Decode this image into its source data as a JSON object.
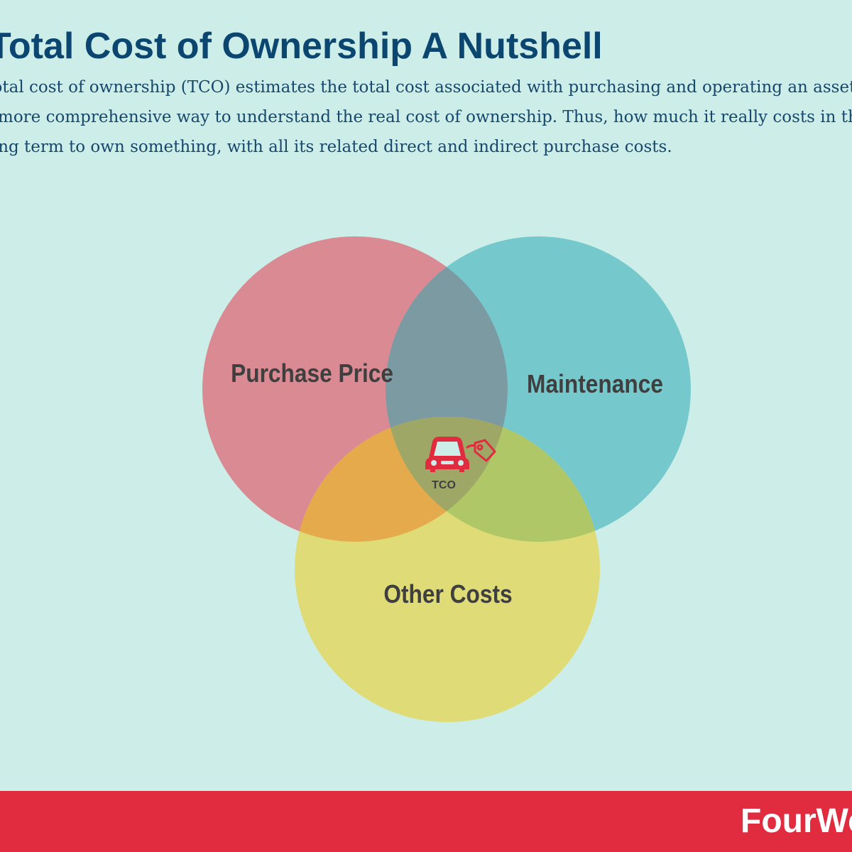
{
  "header": {
    "title": "Total Cost of Ownership A Nutshell",
    "description_lines": [
      "Total cost of ownership (TCO) estimates the total cost associated with purchasing and operating an asset. It is",
      "a more comprehensive way to understand the real cost of ownership. Thus, how much it really costs in the",
      "long term to own something, with all its related direct and indirect purchase costs."
    ]
  },
  "diagram": {
    "circles": [
      {
        "label": "Purchase Price",
        "color": "#d98a93"
      },
      {
        "label": "Maintenance",
        "color": "#75c9cd"
      },
      {
        "label": "Other Costs",
        "color": "#dfdb76"
      }
    ],
    "center_label": "TCO",
    "center_icon": "car-price-tag-icon",
    "colors": {
      "background": "#cdeee8",
      "purchase_maintenance_overlap": "#7c9aa2",
      "purchase_other_overlap": "#e4aa4b",
      "maintenance_other_overlap": "#afc767",
      "center_overlap": "#9ea766",
      "icon": "#e12b3f"
    }
  },
  "footer": {
    "brand": "FourWeekMBA",
    "background": "#e12b3f"
  }
}
